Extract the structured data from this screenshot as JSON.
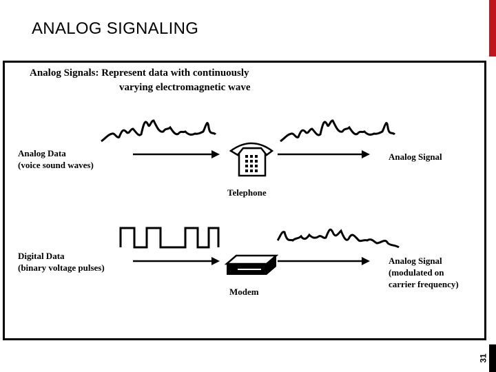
{
  "slide": {
    "title": "ANALOG SIGNALING",
    "number": "31",
    "accent_color": "#c0151a"
  },
  "figure": {
    "heading_line1": "Analog Signals: Represent data with continuously",
    "heading_line2": "varying electromagnetic wave",
    "analog_data_line1": "Analog Data",
    "analog_data_line2": "(voice sound waves)",
    "telephone_label": "Telephone",
    "analog_signal_label": "Analog Signal",
    "digital_data_line1": "Digital Data",
    "digital_data_line2": "(binary voltage pulses)",
    "modem_label": "Modem",
    "analog_signal2_line1": "Analog Signal",
    "analog_signal2_line2": "(modulated on",
    "analog_signal2_line3": "carrier frequency)",
    "icons": [
      "telephone-icon",
      "modem-icon",
      "arrow-icon",
      "waveform",
      "square-wave"
    ]
  }
}
